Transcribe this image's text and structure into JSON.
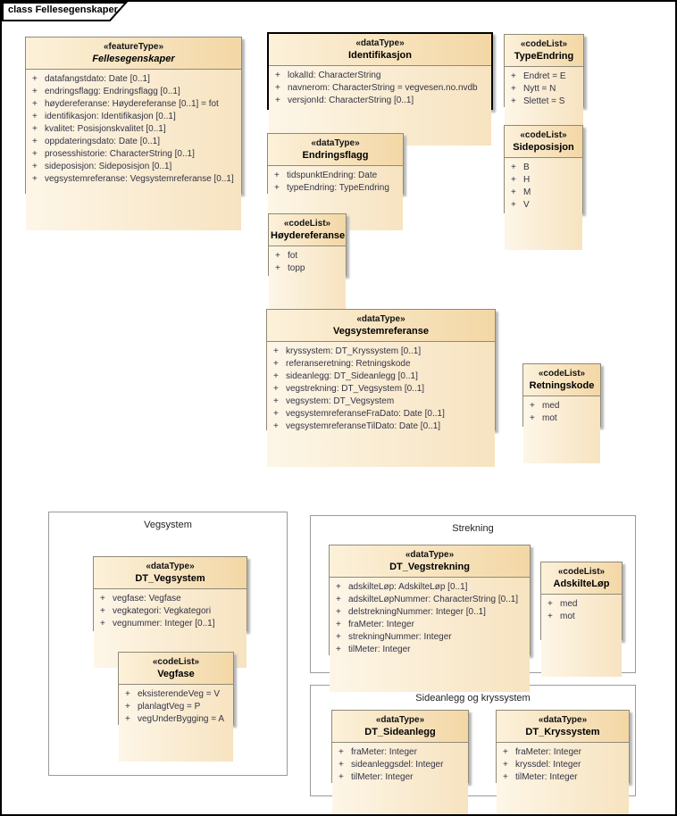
{
  "diagram": {
    "tab_label": "class Fellesegenskaper"
  },
  "colors": {
    "box_fill_light": "#fdf6e7",
    "box_fill_dark": "#f3d7a5",
    "box_border": "#8e8a78",
    "shadow": "#b8b8b8",
    "attr_text": "#333344",
    "frame_border": "#000000"
  },
  "containers": {
    "vegsystem": {
      "label": "Vegsystem"
    },
    "strekning": {
      "label": "Strekning"
    },
    "sideanlegg_og_kryssystem": {
      "label": "Sideanlegg og kryssystem"
    }
  },
  "classes": {
    "fellesegenskaper": {
      "stereotype": "«featureType»",
      "name": "Fellesegenskaper",
      "attrs": [
        "datafangstdato: Date [0..1]",
        "endringsflagg: Endringsflagg [0..1]",
        "høydereferanse: Høydereferanse [0..1] = fot",
        "identifikasjon: Identifikasjon [0..1]",
        "kvalitet: Posisjonskvalitet [0..1]",
        "oppdateringsdato: Date [0..1]",
        "prosesshistorie: CharacterString [0..1]",
        "sideposisjon: Sideposisjon [0..1]",
        "vegsystemreferanse: Vegsystemreferanse [0..1]"
      ]
    },
    "identifikasjon": {
      "stereotype": "«dataType»",
      "name": "Identifikasjon",
      "attrs": [
        "lokalId: CharacterString",
        "navnerom: CharacterString = vegvesen.no.nvdb",
        "versjonId: CharacterString [0..1]"
      ]
    },
    "typeendring": {
      "stereotype": "«codeList»",
      "name": "TypeEndring",
      "attrs": [
        "Endret = E",
        "Nytt = N",
        "Slettet = S"
      ]
    },
    "sideposisjon": {
      "stereotype": "«codeList»",
      "name": "Sideposisjon",
      "attrs": [
        "B",
        "H",
        "M",
        "V"
      ]
    },
    "endringsflagg": {
      "stereotype": "«dataType»",
      "name": "Endringsflagg",
      "attrs": [
        "tidspunktEndring: Date",
        "typeEndring: TypeEndring"
      ]
    },
    "hoydereferanse": {
      "stereotype": "«codeList»",
      "name": "Høydereferanse",
      "attrs": [
        "fot",
        "topp"
      ]
    },
    "vegsystemreferanse": {
      "stereotype": "«dataType»",
      "name": "Vegsystemreferanse",
      "attrs": [
        "kryssystem: DT_Kryssystem [0..1]",
        "referanseretning: Retningskode",
        "sideanlegg: DT_Sideanlegg [0..1]",
        "vegstrekning: DT_Vegsystem [0..1]",
        "vegsystem: DT_Vegsystem",
        "vegsystemreferanseFraDato: Date [0..1]",
        "vegsystemreferanseTilDato: Date [0..1]"
      ]
    },
    "retningskode": {
      "stereotype": "«codeList»",
      "name": "Retningskode",
      "attrs": [
        "med",
        "mot"
      ]
    },
    "dt_vegsystem": {
      "stereotype": "«dataType»",
      "name": "DT_Vegsystem",
      "attrs": [
        "vegfase: Vegfase",
        "vegkategori: Vegkategori",
        "vegnummer: Integer [0..1]"
      ]
    },
    "vegfase": {
      "stereotype": "«codeList»",
      "name": "Vegfase",
      "attrs": [
        "eksisterendeVeg = V",
        "planlagtVeg = P",
        "vegUnderBygging = A"
      ]
    },
    "dt_vegstrekning": {
      "stereotype": "«dataType»",
      "name": "DT_Vegstrekning",
      "attrs": [
        "adskilteLøp: AdskilteLøp [0..1]",
        "adskilteLøpNummer: CharacterString [0..1]",
        "delstrekningNummer: Integer [0..1]",
        "fraMeter: Integer",
        "strekningNummer: Integer",
        "tilMeter: Integer"
      ]
    },
    "adskiltelop": {
      "stereotype": "«codeList»",
      "name": "AdskilteLøp",
      "attrs": [
        "med",
        "mot"
      ]
    },
    "dt_sideanlegg": {
      "stereotype": "«dataType»",
      "name": "DT_Sideanlegg",
      "attrs": [
        "fraMeter: Integer",
        "sideanleggsdel: Integer",
        "tilMeter: Integer"
      ]
    },
    "dt_kryssystem": {
      "stereotype": "«dataType»",
      "name": "DT_Kryssystem",
      "attrs": [
        "fraMeter: Integer",
        "kryssdel: Integer",
        "tilMeter: Integer"
      ]
    }
  }
}
